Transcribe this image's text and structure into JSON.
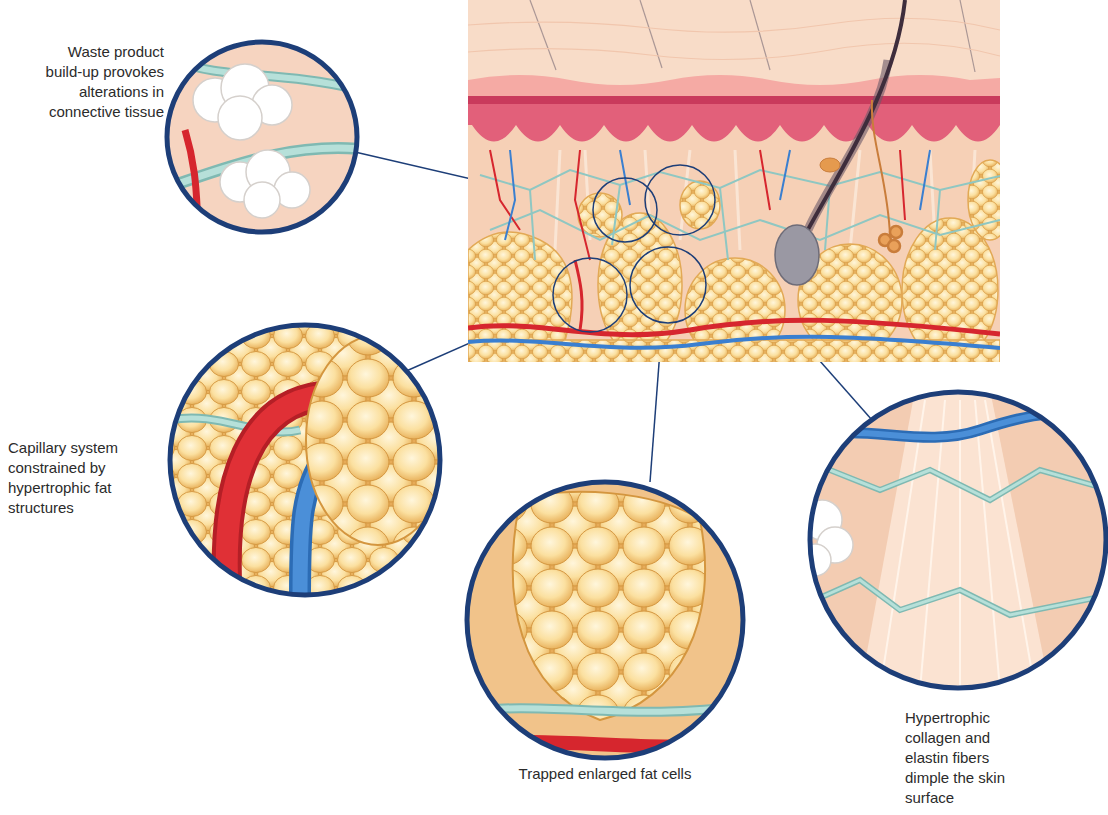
{
  "diagram": {
    "labels": [
      "Waste product build-up provokes alterations in connective tissue",
      "Capillary system constrained by hypertrophic fat structures",
      "Trapped enlarged fat cells",
      "Hypertrophic collagen and elastin fibers dimple the skin surface"
    ]
  }
}
